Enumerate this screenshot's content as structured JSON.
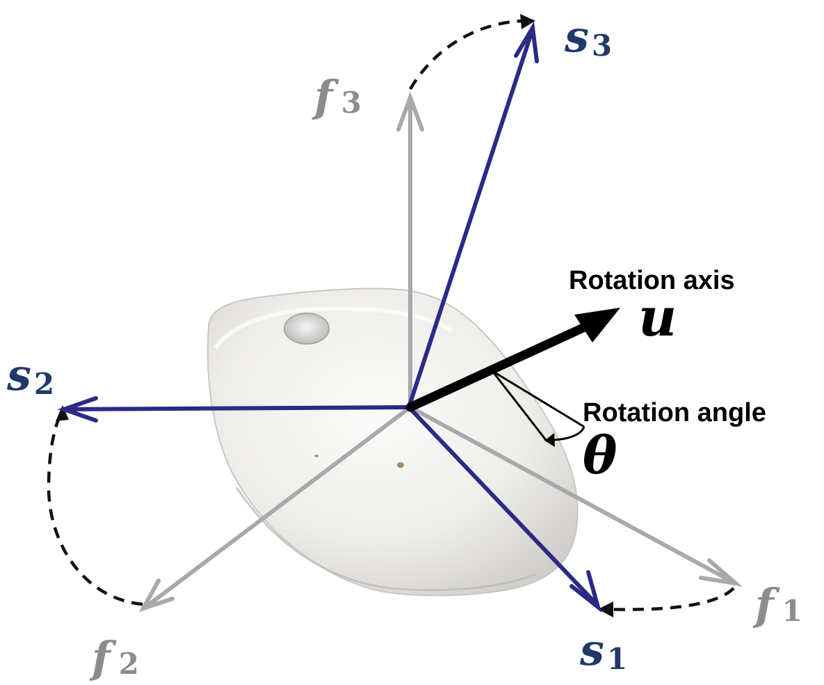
{
  "colors": {
    "f_axes": "#a9a9a9",
    "s_axes": "#2b2a86",
    "s_label": "#1f3a68",
    "f_label": "#8c8c8c",
    "rotation": "#000000",
    "device": "#ecebe8"
  },
  "labels": {
    "f1_main": "f",
    "f1_sub": "1",
    "f2_main": "f",
    "f2_sub": "2",
    "f3_main": "f",
    "f3_sub": "3",
    "s1_main": "s",
    "s1_sub": "1",
    "s2_main": "s",
    "s2_sub": "2",
    "s3_main": "s",
    "s3_sub": "3",
    "rotation_axis_text": "Rotation axis",
    "u_symbol": "u",
    "rotation_angle_text": "Rotation angle",
    "theta_symbol": "θ"
  },
  "icons": {
    "device": "sensor-device-photo"
  }
}
